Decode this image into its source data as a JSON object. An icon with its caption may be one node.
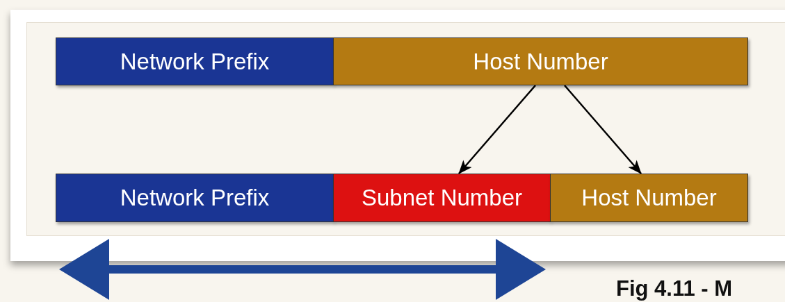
{
  "diagram": {
    "caption": "Fig 4.11 - M",
    "nodes": [
      {
        "text": [
          "Network Prefix"
        ]
      },
      {
        "text": [
          "Host Number"
        ]
      },
      {
        "text": [
          "Network Prefix"
        ]
      },
      {
        "text": [
          "Subnet Number"
        ]
      },
      {
        "text": [
          "Host Number"
        ]
      }
    ],
    "edges": [
      {
        "from": 1,
        "to": 3,
        "arrow": "to"
      },
      {
        "from": 1,
        "to": 4,
        "arrow": "to"
      }
    ]
  }
}
